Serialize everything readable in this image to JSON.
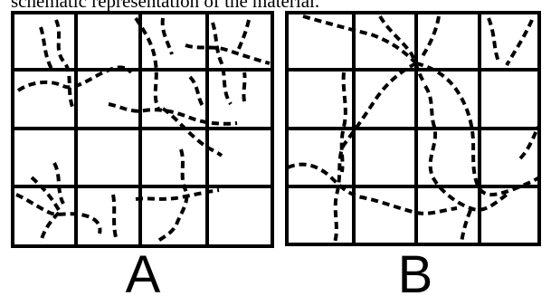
{
  "caption": "schematic representation of the material.",
  "panels": [
    {
      "id": "A",
      "label": "A"
    },
    {
      "id": "B",
      "label": "B"
    }
  ],
  "colors": {
    "line": "#000000",
    "background": "#ffffff"
  }
}
